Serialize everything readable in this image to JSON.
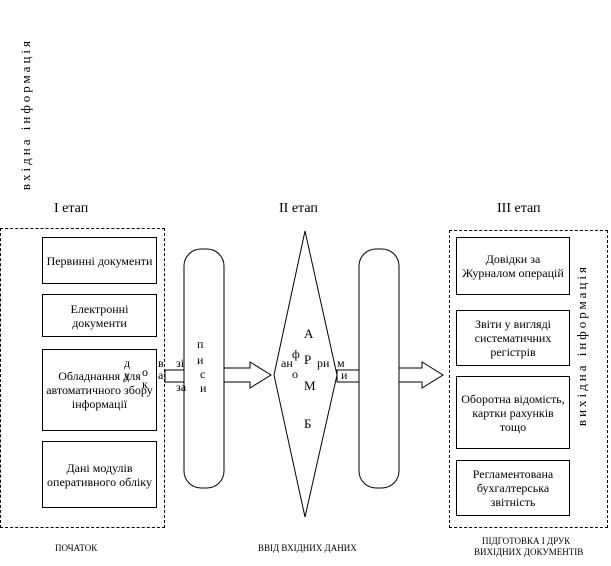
{
  "side_label_left": "вхідна інформація",
  "side_label_right": "вихідна інформація",
  "stages": {
    "stage1": "І етап",
    "stage2": "ІІ етап",
    "stage3": "ІІІ етап"
  },
  "input_boxes": [
    "Первинні документи",
    "Електронні документи",
    "Обладнання для автоматичного збору інформації",
    "Дані модулів оперативного обліку"
  ],
  "output_boxes": [
    "Довідки за Журналом операцій",
    "Звіти у вигляді систематичних регістрів",
    "Оборотна відомість, картки рахунків тощо",
    "Регламентована бухгалтерська звітність"
  ],
  "overlay_left": {
    "a": "к",
    "b": "о",
    "c": "д",
    "d": "у",
    "e": "в",
    "f": "а",
    "g": "зі",
    "h": "за"
  },
  "first_record_letters": [
    "п",
    "и",
    "с",
    "и"
  ],
  "diamond_letters": [
    "А",
    "Р",
    "М",
    "Б"
  ],
  "diamond_overlay": [
    "ан",
    "ф",
    "о",
    "ри"
  ],
  "second_record_letters": [
    "м",
    "и"
  ],
  "captions": {
    "start": "ПОЧАТОК",
    "input": "ВВІД ВХІДНИХ ДАНИХ",
    "output_line1": "ПІДГОТОВКА І ДРУК",
    "output_line2": "ВИХІДНИХ ДОКУМЕНТІВ"
  }
}
